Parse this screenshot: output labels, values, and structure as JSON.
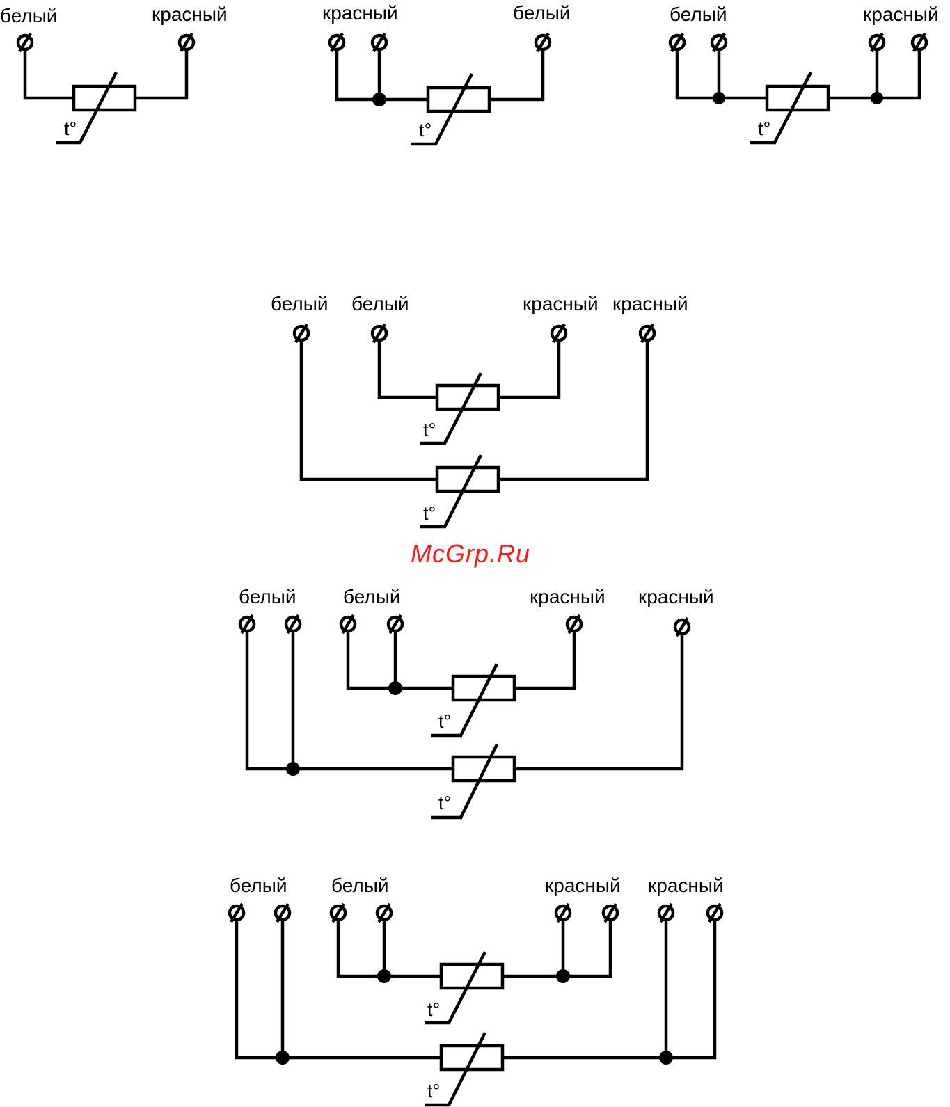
{
  "labels": {
    "white": "белый",
    "red": "красный",
    "temperature": "t°",
    "watermark": "McGrp.Ru"
  },
  "colors": {
    "line": "#000000",
    "background": "#ffffff",
    "watermark": "#ff1a1a"
  },
  "icons": [
    "terminal-icon",
    "thermistor-icon",
    "junction-dot-icon"
  ]
}
